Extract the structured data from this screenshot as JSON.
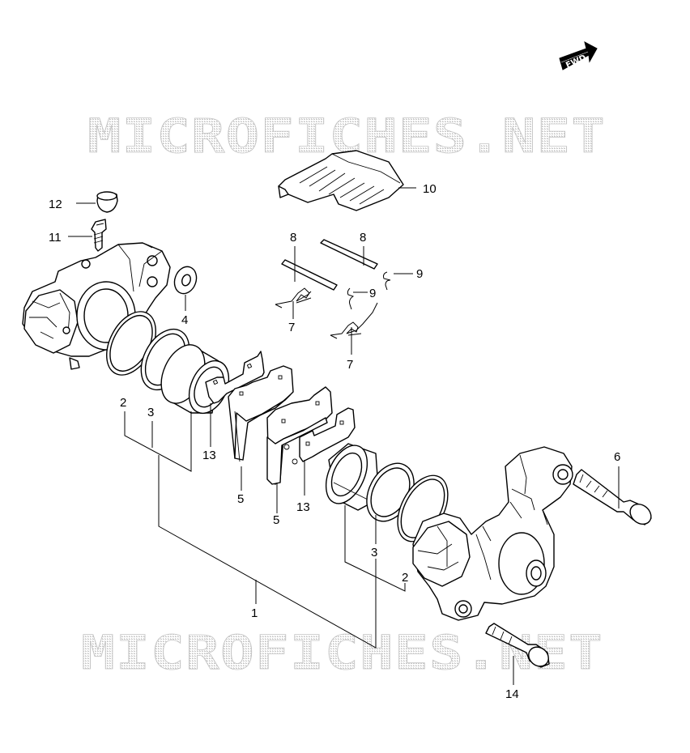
{
  "watermark": {
    "top_text": "MICROFICHES.NET",
    "bottom_text": "MICROFICHES.NET",
    "color": "#c4c4c4"
  },
  "direction_badge": {
    "text": "FWD",
    "icon": "forward-arrow-icon"
  },
  "callouts": {
    "c1": "1",
    "c2a": "2",
    "c2b": "2",
    "c3a": "3",
    "c3b": "3",
    "c4": "4",
    "c5a": "5",
    "c5b": "5",
    "c6": "6",
    "c7a": "7",
    "c7b": "7",
    "c8a": "8",
    "c8b": "8",
    "c9a": "9",
    "c9b": "9",
    "c10": "10",
    "c11": "11",
    "c12": "12",
    "c13a": "13",
    "c13b": "13",
    "c14": "14"
  },
  "colors": {
    "line": "#000000",
    "background": "#ffffff",
    "watermark": "#c4c4c4"
  }
}
